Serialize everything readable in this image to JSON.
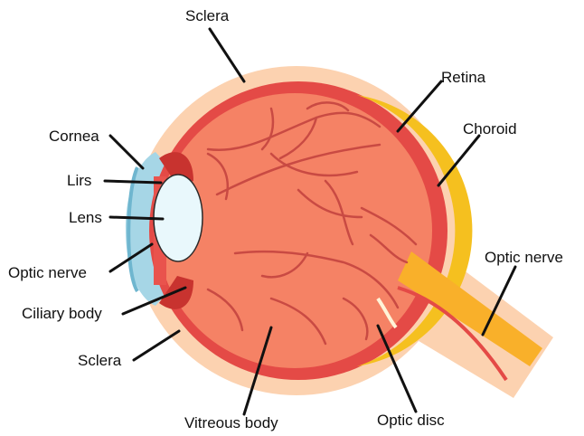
{
  "labels": {
    "sclera_top": "Sclera",
    "retina": "Retina",
    "cornea": "Cornea",
    "choroid": "Choroid",
    "iris": "Lirs",
    "lens": "Lens",
    "optic_nerve_left": "Optic nerve",
    "optic_nerve_right": "Optic nerve",
    "ciliary_body": "Ciliary body",
    "sclera_bottom": "Sclera",
    "vitreous_body": "Vitreous body",
    "optic_disc": "Optic disc"
  },
  "colors": {
    "sclera": "#fcd2b0",
    "choroid_ring": "#e44a46",
    "vitreous": "#f58265",
    "vessel": "#c94a43",
    "retina_band": "#f5c01f",
    "cornea": "#a6d6e6",
    "lens": "#e9f8fc",
    "iris": "#e9534d",
    "optic_nerve": "#f9b02a",
    "leader_line": "#111111"
  }
}
